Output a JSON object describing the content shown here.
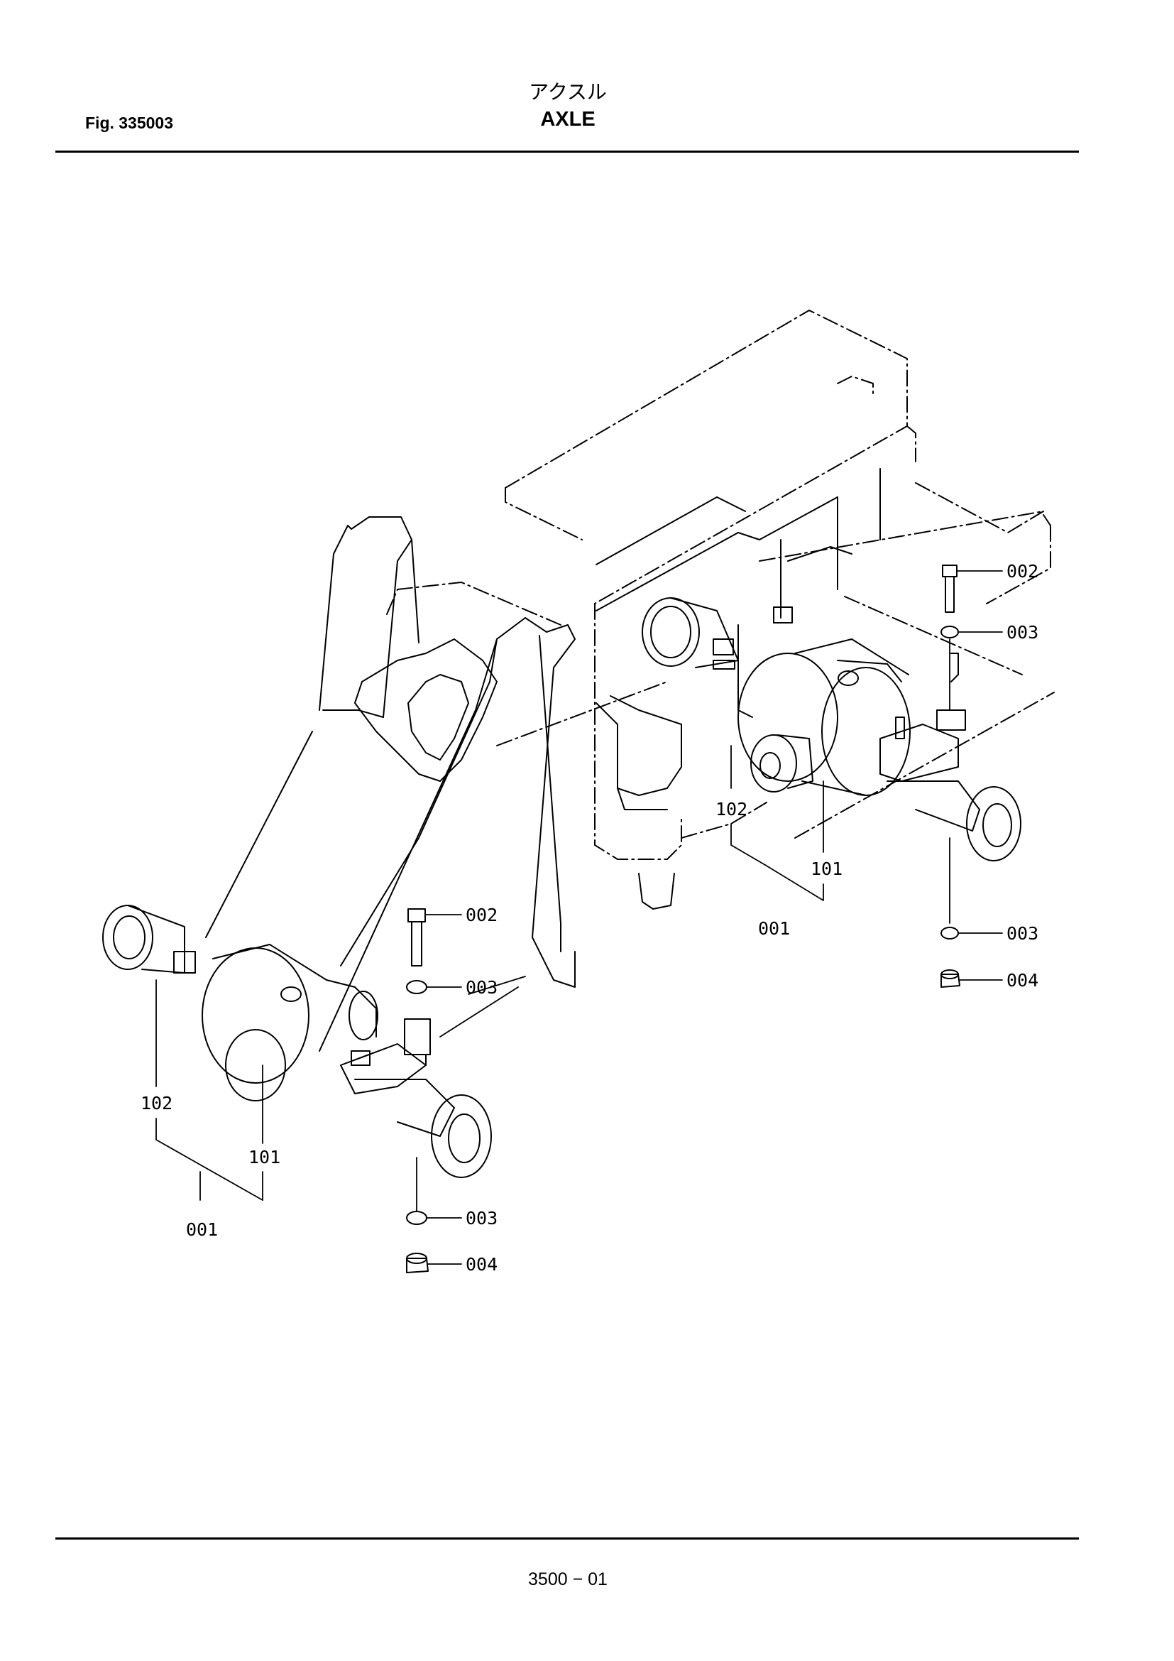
{
  "header": {
    "title_jp": "アクスル",
    "title_en": "AXLE",
    "fig_number": "Fig. 335003"
  },
  "footer": {
    "page_number": "3500 − 01"
  },
  "callouts": {
    "left": {
      "c002": "002",
      "c003_upper": "003",
      "c102": "102",
      "c101": "101",
      "c001": "001",
      "c003_lower": "003",
      "c004": "004"
    },
    "right": {
      "c002": "002",
      "c003_upper": "003",
      "c102": "102",
      "c101": "101",
      "c001": "001",
      "c003_lower": "003",
      "c004": "004"
    }
  }
}
